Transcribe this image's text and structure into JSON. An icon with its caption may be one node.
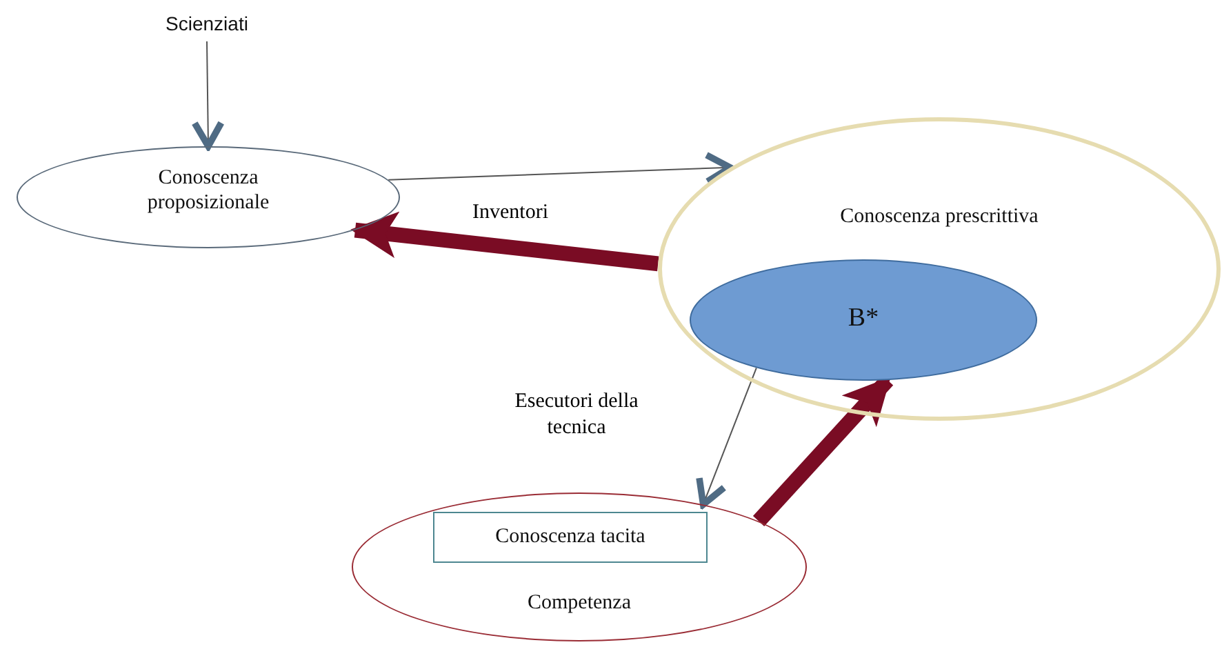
{
  "diagram": {
    "nodes": [
      {
        "text": [
          "Scienziati"
        ]
      },
      {
        "text": [
          "Conoscenza proposizionale"
        ]
      },
      {
        "text": [
          "Conoscenza prescrittiva"
        ]
      },
      {
        "text": [
          "B*"
        ],
        "in": 2
      },
      {
        "text": [
          "Competenza"
        ]
      },
      {
        "text": [
          "Conoscenza tacita"
        ],
        "in": 4
      }
    ],
    "edges": [
      {
        "from": 0,
        "to": 1,
        "arrow": "to"
      },
      {
        "from": 1,
        "to": 2,
        "arrow": "to",
        "label": "Inventori"
      },
      {
        "from": 2,
        "to": 1,
        "arrow": "to",
        "style": "thick",
        "color": "#7a0c24"
      },
      {
        "from": 3,
        "to": 4,
        "arrow": "to",
        "label": "Esecutori della tecnica"
      },
      {
        "from": 4,
        "to": 3,
        "arrow": "to",
        "style": "thick",
        "color": "#7a0c24"
      }
    ]
  }
}
